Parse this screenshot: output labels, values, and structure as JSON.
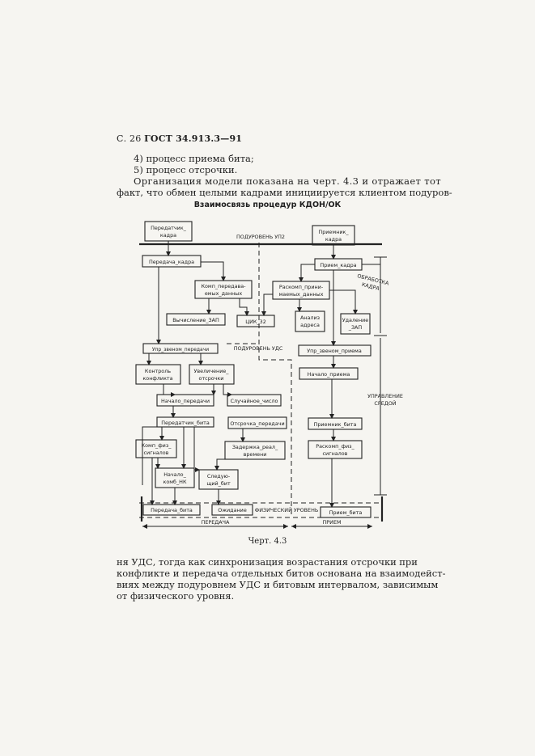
{
  "header": {
    "page": "С. 26",
    "standard": "ГОСТ 34.913.3—91"
  },
  "text_top": {
    "item4": "4) процесс приема бита;",
    "item5": "5) процесс отсрочки.",
    "line3": "Организация модели показана на черт. 4.3 и отражает тот",
    "line4": "факт, что обмен целыми кадрами инициируется клиентом подуров-"
  },
  "figure": {
    "title": "Взаимосвязь процедур КДОН/ОК",
    "boxes": {
      "tx_frame_l1": "Передатчик_",
      "tx_frame_l2": "кадра",
      "rx_frame_l1": "Приемник_",
      "rx_frame_l2": "кадра",
      "frame_transmit": "Передача_кадра",
      "compose_l1": "Комп_передава-",
      "compose_l2": "емых_данных",
      "decompose_l1": "Раскомп_прини-",
      "decompose_l2": "маемых_данных",
      "frame_receive": "Прием_кадра",
      "calc_fcs": "Вычисление_ЗАП",
      "crc": "ЦИК_32",
      "addr_l1": "Анализ",
      "addr_l2": "адреса",
      "remove_l1": "Удаление",
      "remove_l2": "_ЗАП",
      "link_tx": "Упр_звеном_передачи",
      "link_rx": "Упр_звеном_приема",
      "collision_l1": "Контроль",
      "collision_l2": "конфликта",
      "backoff_l1": "Увеличение_",
      "backoff_l2": "отсрочки",
      "rx_start": "Начало_приема",
      "tx_start": "Начало_передачи",
      "random": "Случайное_число",
      "bit_tx": "Передатчик_бита",
      "deference": "Отсрочка_передачи",
      "bit_rx": "Приемник_бита",
      "comp_phys_l1": "Комп_физ_",
      "comp_phys_l2": "сигналов",
      "delay_l1": "Задержка_реал_",
      "delay_l2": "времени",
      "decomp_phys_l1": "Раскомп_физ_",
      "decomp_phys_l2": "сигналов",
      "start_l1": "Начало_",
      "start_l2": "комб_НК",
      "next_l1": "Следую-",
      "next_l2": "щий_бит",
      "bit_send": "Передача_бита",
      "wait": "Ожидание",
      "bit_recv": "Прием_бита"
    },
    "labels": {
      "sublayer_upper": "ПОДУРОВЕНЬ УП2",
      "sublayer_mac": "ПОДУРОВЕНЬ УДС",
      "physical": "ФИЗИЧЕСКИЙ УРОВЕНЬ",
      "frame_proc_l1": "ОБРАБОТКА",
      "frame_proc_l2": "КАДРА",
      "media_mgmt_l1": "УПРАВЛЕНИЕ",
      "media_mgmt_l2": "СРЕДОЙ",
      "transmit": "ПЕРЕДАЧА",
      "receive": "ПРИЕМ"
    }
  },
  "caption": "Черт. 4.3",
  "text_bottom": {
    "b1_words": [
      "ня",
      "УДС,",
      "тогда",
      "как",
      "синхронизация",
      "возрастания",
      "отсрочки",
      "при"
    ],
    "line2": "конфликте и передача отдельных битов основана на взаимодейст-",
    "line3": "виях между подуровнем УДС и битовым интервалом, зависимым",
    "line4": "от физического уровня."
  }
}
